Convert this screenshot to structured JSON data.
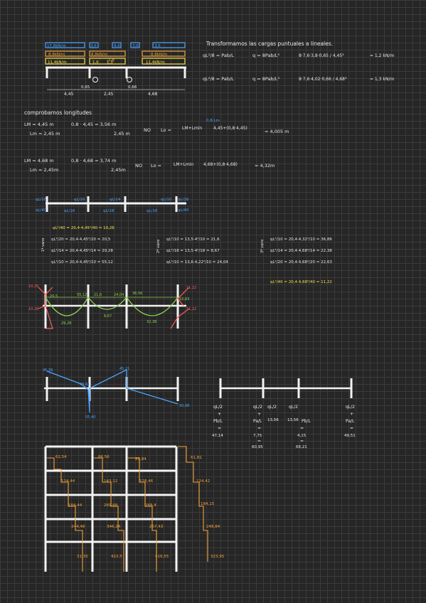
{
  "header": {
    "title": "Transformamos las cargas puntuales a lineales.",
    "eq1": {
      "lhs": "qL²/8 = Pab/L",
      "rhs": "q = 8Pab/L³",
      "calc": "8·7,6·3,8·0,65 / 4,45³",
      "result": "= 1,2 kN/m"
    },
    "eq2": {
      "lhs": "qL²/8 = Pab/L",
      "rhs": "q = 8Pab/L³",
      "calc": "8·7,6·4,02·0,66 / 4,68³",
      "result": "= 1,3 kN/m"
    }
  },
  "beam_sketch": {
    "loads_top": [
      "17,8kN/m",
      "3,6",
      "4,6",
      "3,6",
      "3,6"
    ],
    "loads_mid": [
      "8,8kN/m",
      "8,8kN/m",
      "2,8",
      "8,6kN/m"
    ],
    "loads_bot": [
      "11,4kN/m",
      "1,6",
      "1,3",
      "11,4kN/m"
    ],
    "markers": [
      "0,65",
      "0,66"
    ],
    "spans": [
      "4,45",
      "2,45",
      "4,68"
    ]
  },
  "lengths": {
    "title": "comprobamos longitudes",
    "case1": {
      "l1": "LM = 4,45 m",
      "l1b": "0,8 · 4,45 = 3,56 m",
      "l2": "Lm = 2,45 m",
      "l2b": "2,45 m",
      "cmp": "NO",
      "lo": "Lo =",
      "f1": "LM+Lmin",
      "f2": "4,45+(0,8·4,45)",
      "f3": "0,8·Lm",
      "res": "= 4,005 m"
    },
    "case2": {
      "l1": "LM = 4,68 m",
      "l1b": "0,8 · 4,68 = 3,74 m",
      "l2": "Lm = 2,45m",
      "l2b": "2,45m",
      "cmp": "NO",
      "lo": "Lo =",
      "f1": "LM+Lmin",
      "f2": "4,68+(0,8·4,68)",
      "res": "= 4,32m"
    }
  },
  "coef_beam": {
    "top": [
      "qL/16",
      "qL/10",
      "qL/14",
      "qL/10",
      "qL/16"
    ],
    "bot": [
      "qL/40",
      "qL/16",
      "qL/18",
      "qL/16",
      "qL/40"
    ]
  },
  "moments": {
    "col1": {
      "head": "qL²/40 = 20,4·4,45²/40 = 10,26",
      "r1": "qL²/20 = 20,4·4,45²/20 = 20,5",
      "r2": "qL²/14 = 20,4·4,45²/14 = 29,28",
      "r3": "qL²/10 = 20,4·4,45²/10 = 55,12",
      "side": "1ª vano"
    },
    "col2": {
      "r1": "qL²/10 = 13,5·4²/10 = 21,6",
      "r2": "qL²/18 = 13,5·4²/18 = 8,67",
      "r3": "qL²/10 = 13,6·4,22²/10 = 24,04",
      "side": "2ª vano"
    },
    "col3": {
      "r1": "qL²/10 = 20,4·4,32²/10 = 36,86",
      "r2": "qL²/14 = 20,4·4,68²/14 = 22,38",
      "r3": "qL²/20 = 20,4·4,68²/20 = 22,63",
      "extra": "qL²/40 = 20,4·4,68²/40 = 11,22",
      "side": "3ª vano"
    }
  },
  "moment_diagram": {
    "labels": [
      "10,26",
      "20,5",
      "55,12",
      "21,6",
      "24,04",
      "36,56",
      "11,22",
      "22,63",
      "10,26",
      "29,28",
      "8,67",
      "32,38",
      "11,22"
    ]
  },
  "shear_diagram": {
    "labels": [
      "45,39",
      "55,40",
      "45,21",
      "48,61",
      "50,98"
    ]
  },
  "reactions": {
    "items": [
      {
        "a": "qL/2",
        "b": "+",
        "c": "Pb/L",
        "d": "=",
        "e": "47,14"
      },
      {
        "a": "qL/2",
        "b": "+",
        "c": "Pa/L",
        "d": "=",
        "e": "7,75",
        "f": "=",
        "g": "60,95"
      },
      {
        "a": "qL/2",
        "b": "13,56"
      },
      {
        "a": "qL/2",
        "b": "13,56",
        "c": "Pb/L",
        "d": "=",
        "e": "4,15",
        "f": "=",
        "g": "68,21"
      },
      {
        "a": "qL/2",
        "b": "+",
        "c": "Pa/L",
        "d": "=",
        "e": "49,51"
      }
    ]
  },
  "frame": {
    "col_labels": [
      "62,54",
      "86,56",
      "89,84",
      "61,81"
    ],
    "row2": [
      "124,44",
      "143,12",
      "128,46",
      "124,42"
    ],
    "row3": [
      "184,44",
      "269,68",
      "268,4",
      "184,15"
    ],
    "row4": [
      "244,48",
      "346,24",
      "257,43",
      "248,84"
    ],
    "row5": [
      "31,35",
      "422,5",
      "416,55",
      "323,95"
    ]
  }
}
